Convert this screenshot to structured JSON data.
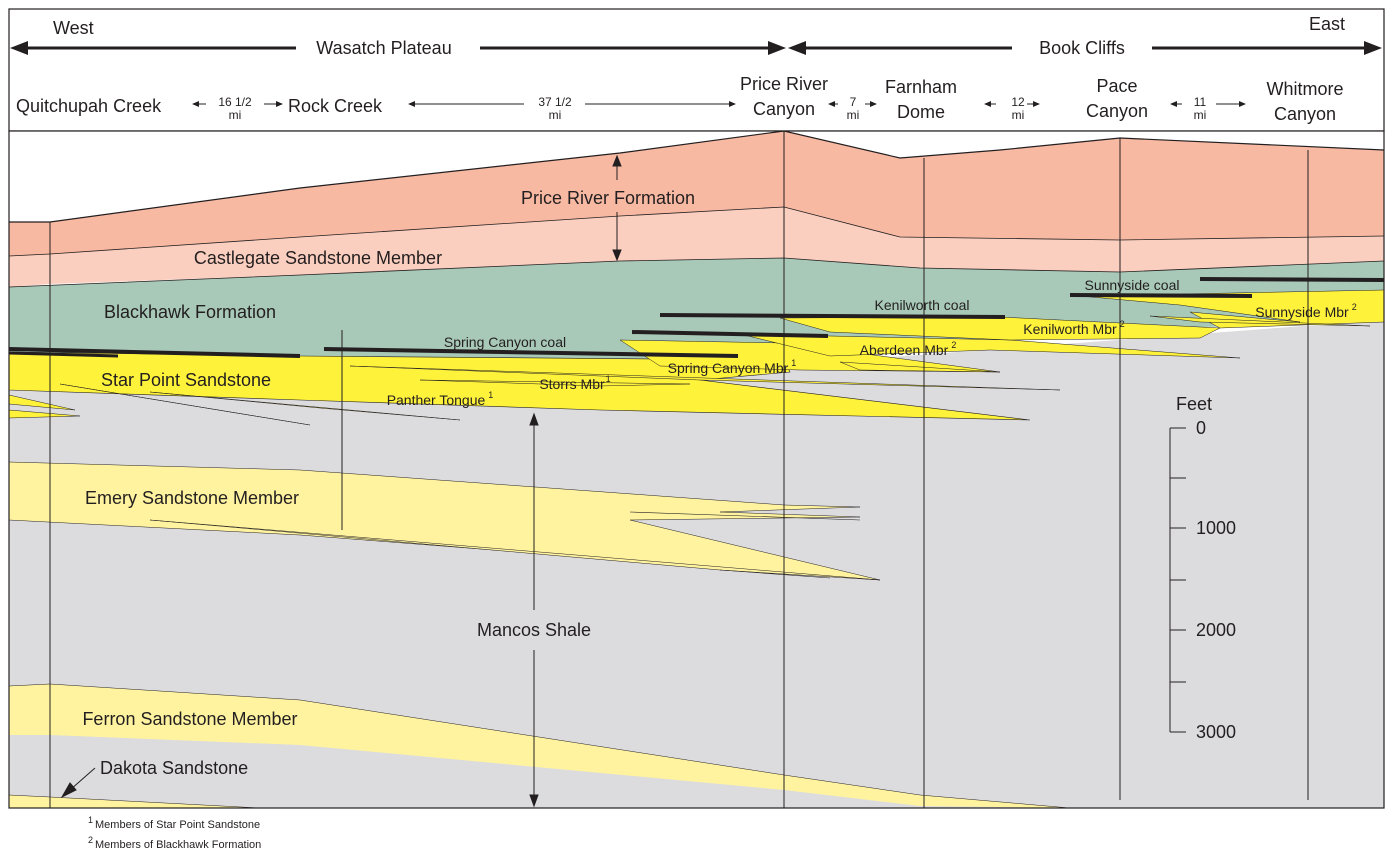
{
  "header": {
    "west": "West",
    "east": "East",
    "region_left": "Wasatch Plateau",
    "region_right": "Book Cliffs"
  },
  "localities": {
    "quitchupah": "Quitchupah Creek",
    "rock_creek": "Rock Creek",
    "price_river_1": "Price River",
    "price_river_2": "Canyon",
    "farnham_1": "Farnham",
    "farnham_2": "Dome",
    "pace_1": "Pace",
    "pace_2": "Canyon",
    "whitmore_1": "Whitmore",
    "whitmore_2": "Canyon"
  },
  "distances": [
    {
      "value": "16 1/2",
      "unit": "mi"
    },
    {
      "value": "37 1/2",
      "unit": "mi"
    },
    {
      "value": "7",
      "unit": "mi"
    },
    {
      "value": "12",
      "unit": "mi"
    },
    {
      "value": "11",
      "unit": "mi"
    }
  ],
  "units": {
    "price_river_formation": "Price River Formation",
    "castlegate": "Castlegate Sandstone Member",
    "blackhawk": "Blackhawk Formation",
    "star_point": "Star Point Sandstone",
    "emery": "Emery Sandstone Member",
    "mancos": "Mancos Shale",
    "ferron": "Ferron Sandstone Member",
    "dakota": "Dakota Sandstone"
  },
  "members": {
    "spring_canyon_coal": "Spring Canyon coal",
    "kenilworth_coal": "Kenilworth coal",
    "sunnyside_coal": "Sunnyside coal",
    "sunnyside_mbr": "Sunnyside Mbr",
    "sunnyside_mbr_sup": "2",
    "kenilworth_mbr": "Kenilworth Mbr",
    "kenilworth_mbr_sup": "2",
    "aberdeen_mbr": "Aberdeen Mbr",
    "aberdeen_mbr_sup": "2",
    "spring_canyon_mbr": "Spring Canyon Mbr",
    "spring_canyon_mbr_sup": "1",
    "storrs_mbr": "Storrs Mbr",
    "storrs_mbr_sup": "1",
    "panther_tongue": "Panther Tongue",
    "panther_tongue_sup": "1"
  },
  "scale": {
    "title": "Feet",
    "ticks": [
      "0",
      "1000",
      "2000",
      "3000"
    ]
  },
  "footnotes": [
    {
      "sup": "1",
      "text": "Members of Star Point Sandstone"
    },
    {
      "sup": "2",
      "text": "Members of Blackhawk Formation"
    }
  ],
  "colors": {
    "price_river": "#f8b9a3",
    "castlegate": "#fbcfbf",
    "blackhawk": "#a8c8b8",
    "mancos": "#dcdcde",
    "sandstone_bright": "#fff23a",
    "sandstone_pale": "#fff3a0",
    "coal": "#231f20"
  }
}
